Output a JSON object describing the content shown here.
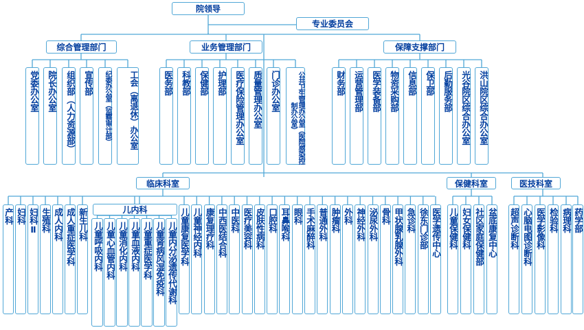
{
  "top": {
    "leader": "院领导",
    "committee": "专业委员会"
  },
  "groups": {
    "general": "综合管理部门",
    "business": "业务管理部门",
    "support": "保障支撑部门",
    "clinical": "临床科室",
    "health": "保健科室",
    "tech": "医技科室",
    "peds": "儿内科"
  },
  "general_units": [
    "党委办公室",
    "院长办公室",
    "组织部（人力资源部）",
    "宣传部",
    "纪委办公室（监察审计部）",
    "工会（离退休）办公室"
  ],
  "business_units": [
    "医务部",
    "科教部",
    "保健部",
    "护理部",
    "医疗保险管理办公室",
    "质量管理办公室",
    "门诊办公室",
    "公共卫生管理办公室（医院感染控制办公室）"
  ],
  "support_units": [
    "财务部",
    "运营管理部",
    "医学装备部",
    "物资采购部",
    "信息部",
    "保卫部",
    "后勤服务部",
    "光谷院区综合办公室",
    "洪山院区综合办公室"
  ],
  "clinical_pre": [
    "产科",
    "妇科",
    "妇科Ⅱ",
    "生殖科",
    "成人内科",
    "成人重症医学科",
    "新生儿科"
  ],
  "peds_units": [
    "儿童呼吸内科",
    "儿童心血管内科",
    "儿童消化内科",
    "儿童血液内科",
    "儿童重症医学科",
    "儿童肾病风湿免疫科",
    "儿童内分泌遗传代谢科"
  ],
  "clinical_post": [
    "儿童康复医学科",
    "儿童神经内科",
    "康复理疗科",
    "中西医结合科",
    "中医科",
    "医疗美容科",
    "皮肤性病科",
    "口腔科",
    "耳鼻喉科",
    "眼科",
    "手术麻醉科",
    "普通外科",
    "肿瘤科",
    "外科",
    "神经外科",
    "泌尿外科",
    "骨科",
    "甲状腺乳腺外科",
    "急诊科",
    "徐东门诊部",
    "医学遗传中心"
  ],
  "health_units": [
    "儿童保健科",
    "妇女保健科",
    "社区家庭保健部",
    "盆底康复中心"
  ],
  "tech_units": [
    "超声诊断科",
    "心脑电图诊断科",
    "医学影像科",
    "检验科",
    "病理科",
    "药学部"
  ]
}
